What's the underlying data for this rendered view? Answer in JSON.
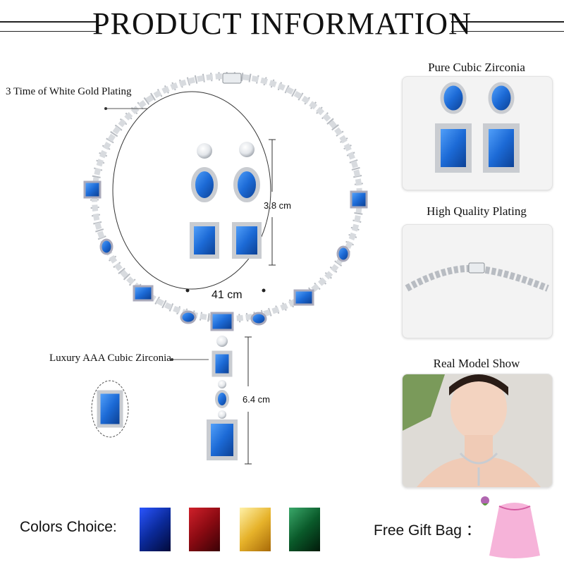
{
  "header": {
    "title": "PRODUCT INFORMATION"
  },
  "callouts": {
    "plating": "3 Time of White Gold Plating",
    "zirconia": "Luxury AAA Cubic Zirconia"
  },
  "dimensions": {
    "length": "41 cm",
    "earring_height": "3.8 cm",
    "pendant_height": "6.4 cm"
  },
  "side_panels": [
    {
      "title": "Pure Cubic Zirconia"
    },
    {
      "title": "High Quality Plating"
    },
    {
      "title": "Real Model Show"
    }
  ],
  "footer": {
    "colors_label": "Colors Choice:",
    "gift_label": "Free Gift Bag ：",
    "colors": [
      {
        "name": "sapphire-blue",
        "hex": "#0b2a9a"
      },
      {
        "name": "ruby-red",
        "hex": "#8a0a12"
      },
      {
        "name": "topaz-yellow",
        "hex": "#e6b22a"
      },
      {
        "name": "emerald-green",
        "hex": "#0a5a2a"
      }
    ]
  },
  "colors": {
    "gem_blue": "#1c6ad6",
    "silver": "#cfd3d8",
    "gift_bag": "#f4a6d2"
  }
}
